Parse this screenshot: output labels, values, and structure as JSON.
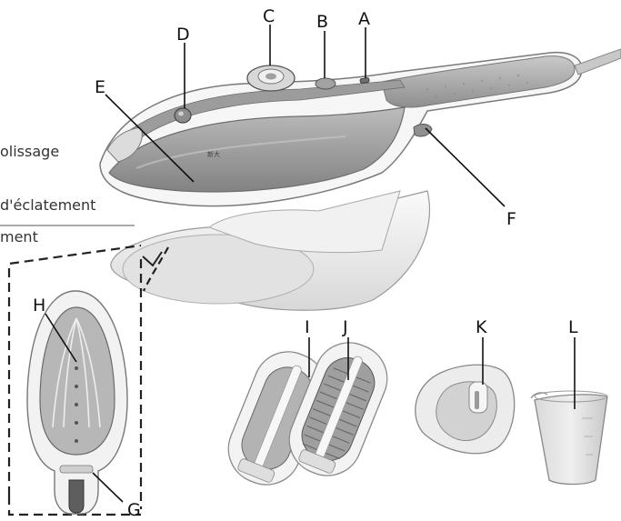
{
  "labels": {
    "A": "A",
    "B": "B",
    "C": "C",
    "D": "D",
    "E": "E",
    "F": "F",
    "G": "G",
    "H": "H",
    "I": "I",
    "J": "J",
    "K": "K",
    "L": "L"
  },
  "text_fragments": {
    "line1": "olissage",
    "line2": "d'éclatement",
    "line3": "ment"
  },
  "colors": {
    "body_white": "#f4f4f4",
    "handle_grey": "#a9a9a9",
    "tank_grey": "#8f8f8f",
    "base_white": "#ececec",
    "plate_grey": "#b8b8b8",
    "outline": "#555555"
  }
}
